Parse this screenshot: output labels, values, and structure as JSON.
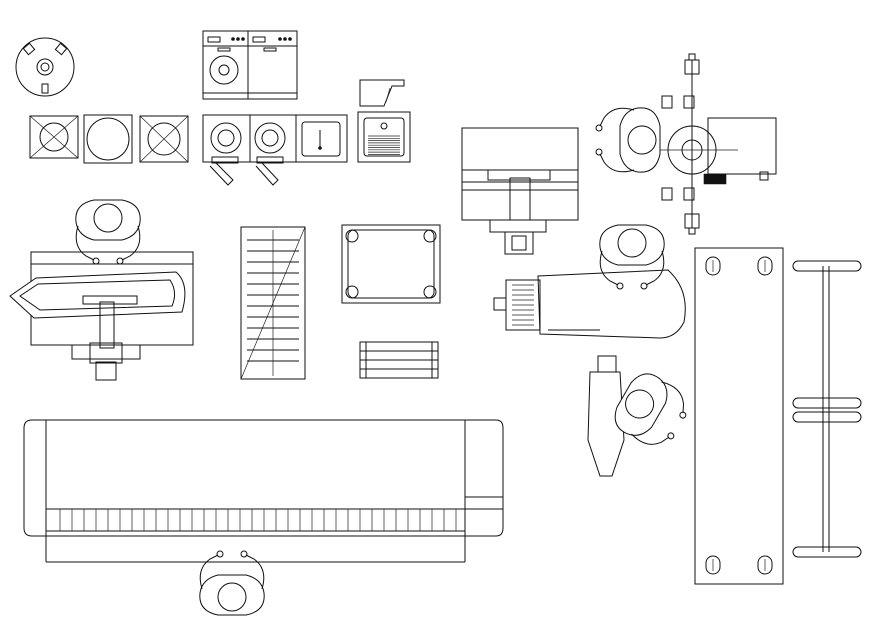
{
  "drawing": {
    "kind": "laundry-equipment-plan-cad-blocks",
    "background": "#ffffff",
    "line_color": "#111111"
  },
  "elements": [
    {
      "id": "round-tank",
      "name": "round-tank-block"
    },
    {
      "id": "washer-extractor-pair",
      "name": "washer-extractor-block"
    },
    {
      "id": "front-washers",
      "name": "front-load-washer-block"
    },
    {
      "id": "sinks",
      "name": "utility-sink-block"
    },
    {
      "id": "flatwork-ironer",
      "name": "flatwork-ironer-block"
    },
    {
      "id": "pressing-tables",
      "name": "pressing-machine-block"
    },
    {
      "id": "folding-table",
      "name": "folding-table-block"
    },
    {
      "id": "rack",
      "name": "drying-rack-block"
    },
    {
      "id": "operators",
      "name": "operator-figure-block"
    }
  ]
}
